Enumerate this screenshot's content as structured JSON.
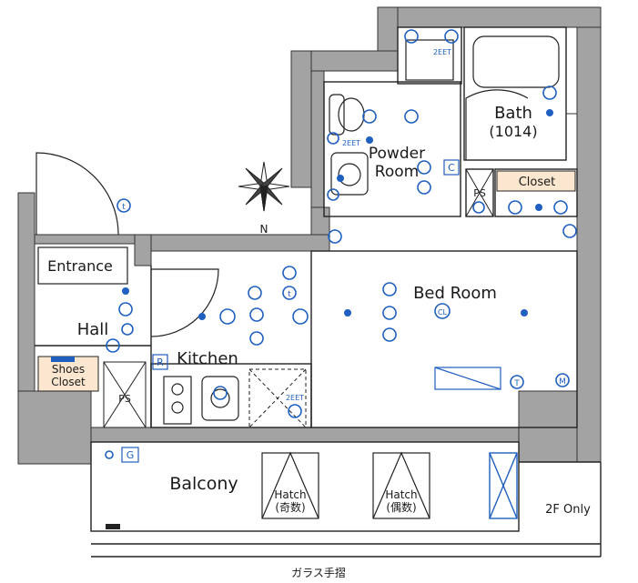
{
  "rooms": {
    "entrance": "Entrance",
    "hall": "Hall",
    "shoes_closet_line1": "Shoes",
    "shoes_closet_line2": "Closet",
    "kitchen": "Kitchen",
    "bed_room": "Bed Room",
    "powder_room_line1": "Powder",
    "powder_room_line2": "Room",
    "bath_line1": "Bath",
    "bath_line2": "(1014)",
    "closet": "Closet",
    "balcony": "Balcony"
  },
  "fixtures": {
    "ps": "PS",
    "hatch_odd_line1": "Hatch",
    "hatch_odd_line2": "(奇数)",
    "hatch_even_line1": "Hatch",
    "hatch_even_line2": "(偶数)",
    "floor_note": "2F Only",
    "glass_rail": "ガラス手摺",
    "compass_north": "N"
  },
  "symbols": {
    "outlet_2eet": "2EET",
    "box_c": "C",
    "box_r": "R",
    "box_g": "G",
    "tel": "t",
    "tv": "T",
    "multimedia": "M",
    "ceiling_light": "CL"
  },
  "colors": {
    "wall": "#a3a3a3",
    "wall_edge": "#333333",
    "symbol": "#1f5fbf",
    "closet_fill": "#fbe7cf"
  }
}
